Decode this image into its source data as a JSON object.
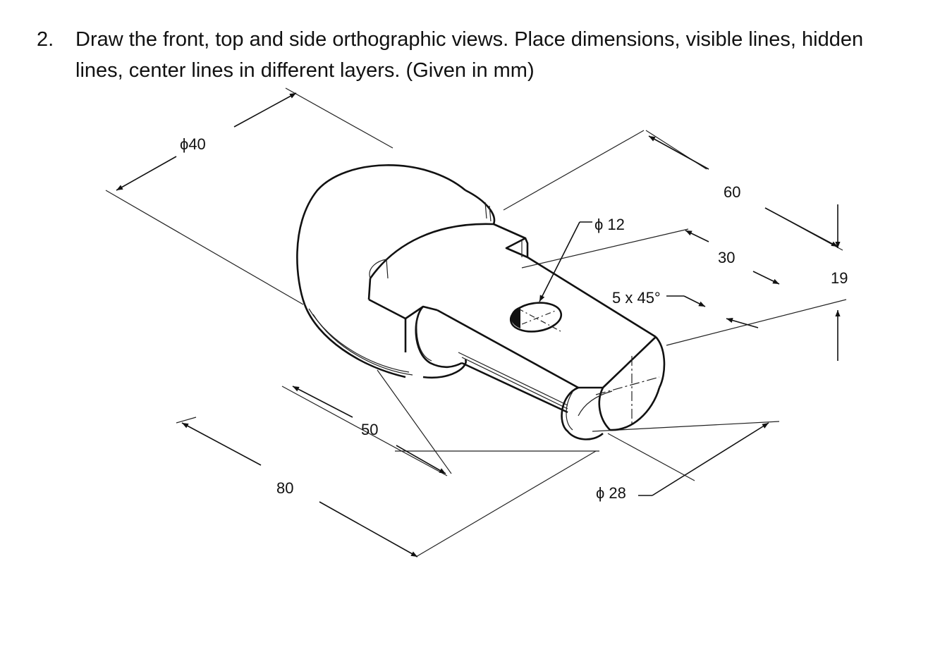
{
  "question": {
    "number": "2.",
    "text": "Draw the front, top and side orthographic views. Place dimensions, visible lines, hidden lines, center lines in different layers. (Given in mm)"
  },
  "dimensions": {
    "dia_40": "ϕ40",
    "len_60": "60",
    "dia_12": "ϕ 12",
    "len_30": "30",
    "height_19": "19",
    "chamfer": "5 x 45°",
    "len_50": "50",
    "len_80": "80",
    "dia_28": "ϕ 28"
  }
}
